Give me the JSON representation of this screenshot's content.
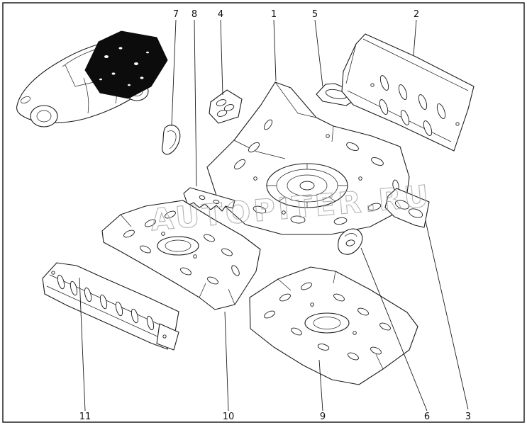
{
  "diagram": {
    "watermark": "AUTOPITER.RU",
    "callouts": [
      {
        "label": "7"
      },
      {
        "label": "8"
      },
      {
        "label": "4"
      },
      {
        "label": "1"
      },
      {
        "label": "5"
      },
      {
        "label": "2"
      },
      {
        "label": "11"
      },
      {
        "label": "10"
      },
      {
        "label": "9"
      },
      {
        "label": "6"
      },
      {
        "label": "3"
      }
    ],
    "colors": {
      "line": "#1c1c1c",
      "watermark": "#a6a6a6",
      "background": "#ffffff",
      "highlight_fill": "#0c0c0c"
    }
  }
}
